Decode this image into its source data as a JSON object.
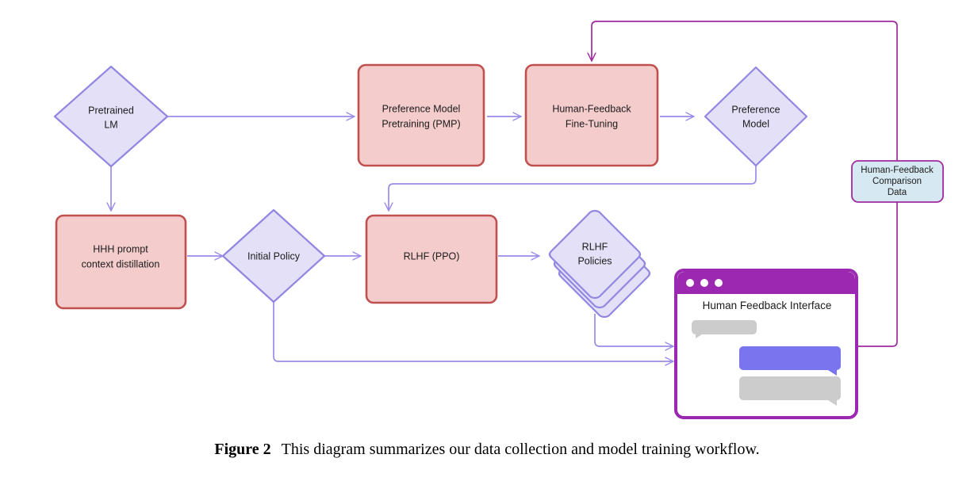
{
  "figure": {
    "caption_label": "Figure 2",
    "caption_text": "This diagram summarizes our data collection and model training workflow."
  },
  "colors": {
    "process_fill": "#f4cccc",
    "process_stroke": "#c0504d",
    "decision_fill": "#e3e0f7",
    "decision_stroke": "#9287e0",
    "arrow_purple_light": "#9b8ce8",
    "arrow_purple_dark": "#a12aa1",
    "data_fill": "#d6e8f2",
    "data_stroke": "#a12aa1",
    "window_chrome": "#9c27b0",
    "bubble_user": "#7b74ef",
    "bubble_other": "#cccccc",
    "text": "#1b1b1b"
  },
  "nodes": {
    "pretrained_lm": {
      "label_line1": "Pretrained",
      "label_line2": "LM",
      "shape": "diamond"
    },
    "pmp": {
      "label_line1": "Preference Model",
      "label_line2": "Pretraining (PMP)",
      "shape": "process"
    },
    "hf_finetune": {
      "label_line1": "Human-Feedback",
      "label_line2": "Fine-Tuning",
      "shape": "process"
    },
    "preference_model": {
      "label_line1": "Preference",
      "label_line2": "Model",
      "shape": "diamond"
    },
    "hf_comparison_data": {
      "label_line1": "Human-Feedback",
      "label_line2": "Comparison",
      "label_line3": "Data",
      "shape": "data-store"
    },
    "hhh_distillation": {
      "label_line1": "HHH prompt",
      "label_line2": "context distillation",
      "shape": "process"
    },
    "initial_policy": {
      "label_line1": "Initial Policy",
      "label_line2": "",
      "shape": "diamond"
    },
    "rlhf_ppo": {
      "label_line1": "RLHF (PPO)",
      "label_line2": "",
      "shape": "process"
    },
    "rlhf_policies": {
      "label_line1": "RLHF",
      "label_line2": "Policies",
      "shape": "diamond-stack"
    }
  },
  "interface_window": {
    "title": "Human Feedback Interface",
    "traffic_lights": [
      "dot-1",
      "dot-2",
      "dot-3"
    ],
    "messages": [
      {
        "side": "left",
        "variant": "other"
      },
      {
        "side": "right",
        "variant": "user"
      },
      {
        "side": "right",
        "variant": "other"
      }
    ]
  },
  "edges": [
    {
      "from": "pretrained_lm",
      "to": "pmp"
    },
    {
      "from": "pretrained_lm",
      "to": "hhh_distillation"
    },
    {
      "from": "pmp",
      "to": "hf_finetune"
    },
    {
      "from": "hf_finetune",
      "to": "preference_model"
    },
    {
      "from": "preference_model",
      "to": "rlhf_ppo"
    },
    {
      "from": "hhh_distillation",
      "to": "initial_policy"
    },
    {
      "from": "initial_policy",
      "to": "rlhf_ppo"
    },
    {
      "from": "rlhf_ppo",
      "to": "rlhf_policies"
    },
    {
      "from": "rlhf_policies",
      "to": "interface_window"
    },
    {
      "from": "initial_policy",
      "to": "interface_window"
    },
    {
      "from": "interface_window",
      "to": "hf_comparison_data"
    },
    {
      "from": "hf_comparison_data",
      "to": "hf_finetune"
    }
  ]
}
